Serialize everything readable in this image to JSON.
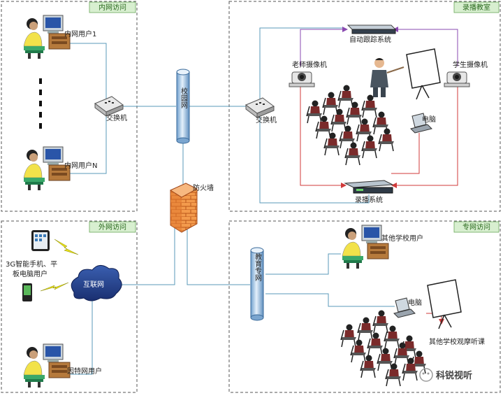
{
  "zones": {
    "intranet": "内网访问",
    "recording_room": "录播教室",
    "extranet": "外网访问",
    "private_network": "专网访问"
  },
  "labels": {
    "intranet_user_1": "内网用户1",
    "intranet_user_n": "内网用户N",
    "switch_left": "交换机",
    "campus_network": "校园网",
    "firewall": "防火墙",
    "switch_right": "交换机",
    "auto_tracking": "自动跟踪系统",
    "teacher_camera": "老师摄像机",
    "student_camera": "学生摄像机",
    "classroom_pc": "电脑",
    "recording_system": "录播系统",
    "mobile_users_line1": "3G智能手机、平",
    "mobile_users_line2": "板电脑用户",
    "internet": "互联网",
    "internet_user": "因特网用户",
    "education_network": "教育专网",
    "other_school_user": "其他学校用户",
    "remote_pc": "电脑",
    "other_school_observe": "其他学校观摩听课",
    "watermark": "科锐视听"
  },
  "colors": {
    "zone_header_bg": "#d8efd0",
    "zone_header_text": "#2a6a1e",
    "link_line": "#5a9ab8",
    "control_line": "#d03a3a",
    "control_line_purple": "#8a4ab0",
    "dashed_border": "#555555",
    "firewall": "#f08a3c",
    "pipe": "#9ec2e2"
  }
}
